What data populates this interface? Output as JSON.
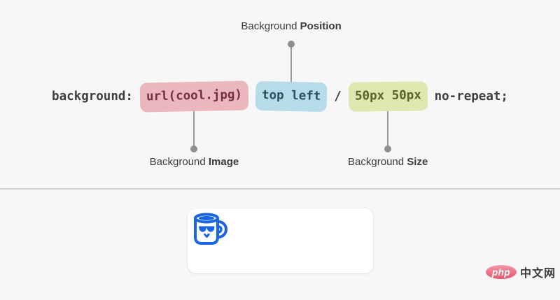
{
  "colors": {
    "canvas_bg": "#f7f7f8",
    "code_text": "#3d3d3d",
    "image_badge_bg": "#ecb7bc",
    "image_badge_text": "#73303a",
    "position_badge_bg": "#b6dbe9",
    "position_badge_text": "#2f4f5c",
    "size_badge_bg": "#dfe7af",
    "size_badge_text": "#55642a",
    "connector_gray": "#9a9a9a",
    "mug_blue": "#1b64e4",
    "watermark_red": "#e4566c"
  },
  "code": {
    "prefix": "background:",
    "image_value": "url(cool.jpg)",
    "position_value": "top left",
    "slash": "/",
    "size_value": "50px 50px",
    "suffix": "no-repeat;"
  },
  "annotations": {
    "position": {
      "prefix": "Background",
      "word": "Position"
    },
    "image": {
      "prefix": "Background",
      "word": "Image"
    },
    "size": {
      "prefix": "Background",
      "word": "Size"
    }
  },
  "preview": {
    "icon": "mug-with-sunglasses-face"
  },
  "watermark": {
    "logo": "php",
    "site": "中文网"
  }
}
